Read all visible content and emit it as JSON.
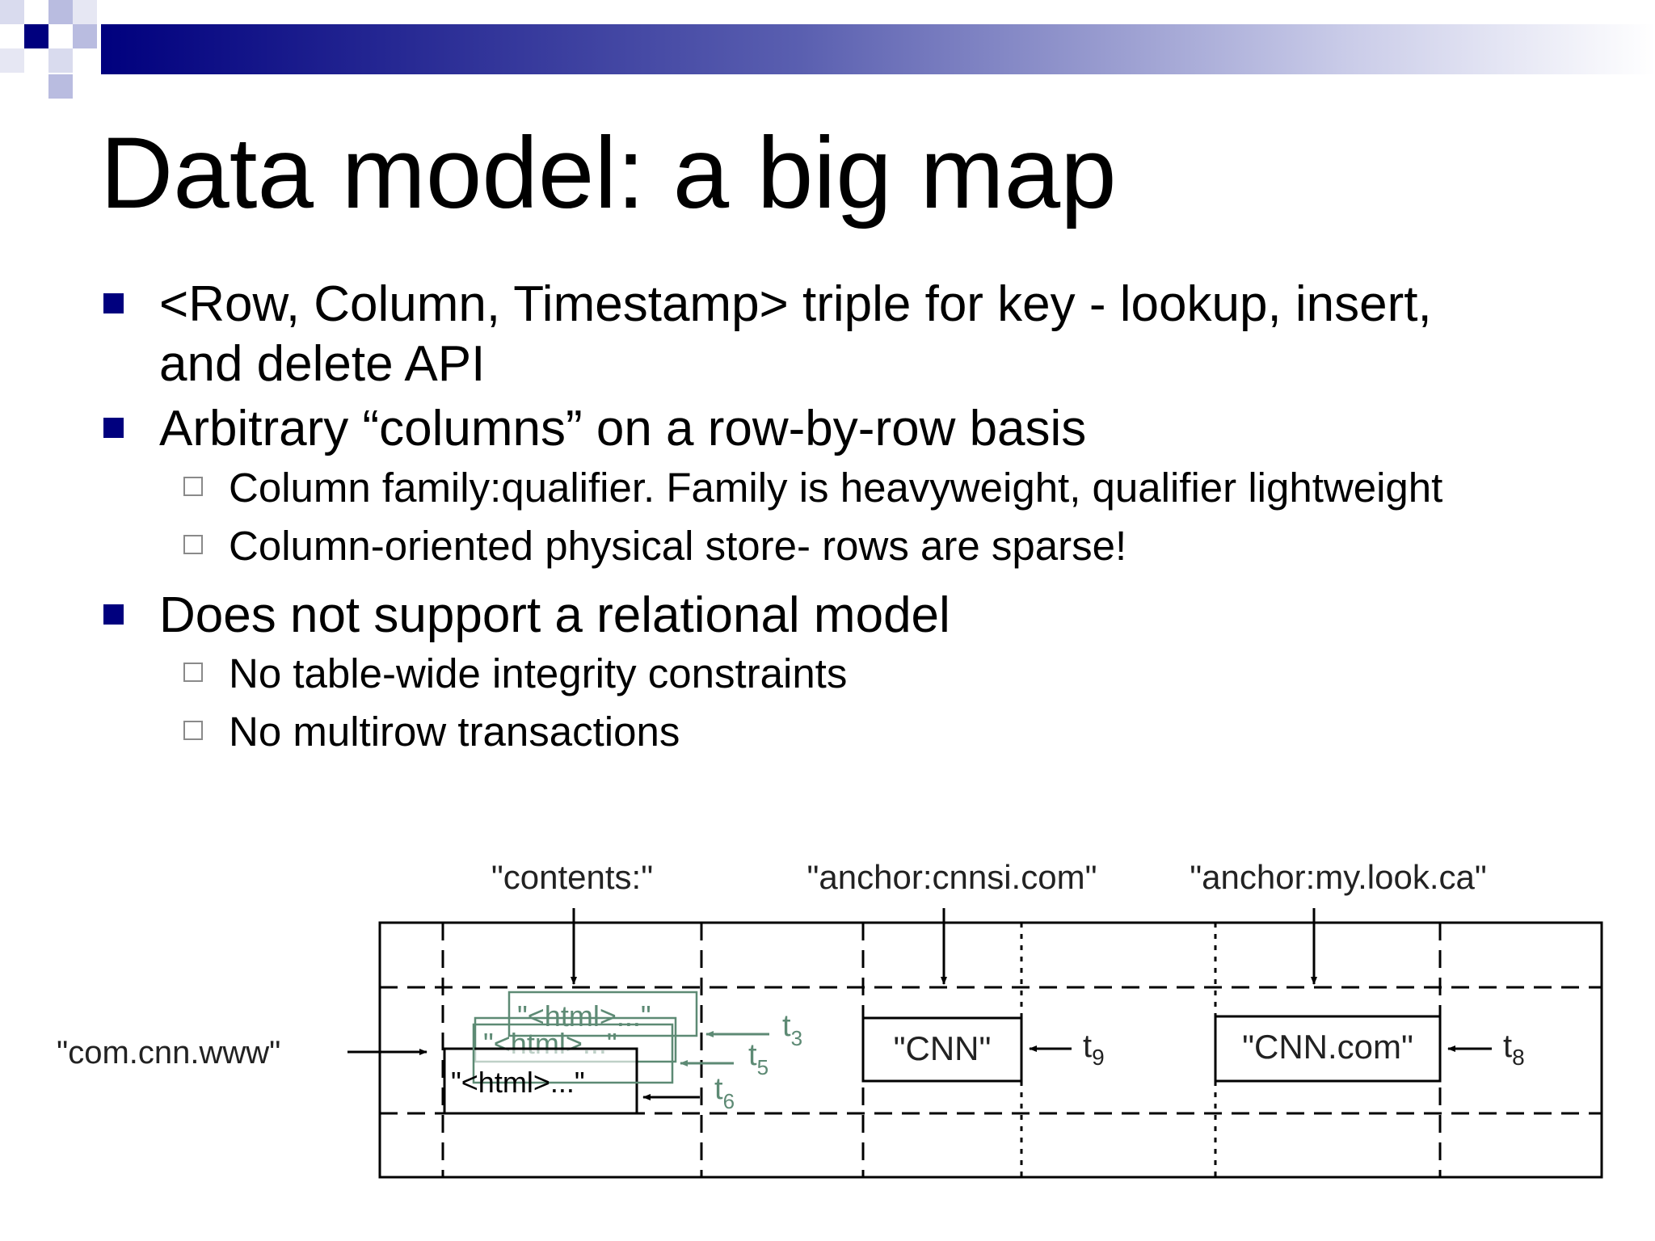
{
  "slide": {
    "title": "Data model: a big map",
    "colors": {
      "banner_dark": "#00007e",
      "bullet": "#00007e",
      "old_version": "#5d8a74",
      "sub_bullet_border": "#8a8a8a"
    },
    "bullets": [
      {
        "text": "<Row, Column, Timestamp> triple for key - lookup, insert,",
        "continuation": "and delete API",
        "level": 1
      },
      {
        "text": "Arbitrary “columns” on a row-by-row basis",
        "level": 1
      },
      {
        "text": "Column family:qualifier. Family is heavyweight, qualifier lightweight",
        "level": 2
      },
      {
        "text": "Column-oriented physical store- rows are sparse!",
        "level": 2
      },
      {
        "text": "Does not support a relational model",
        "level": 1
      },
      {
        "text": "No table-wide integrity constraints",
        "level": 2
      },
      {
        "text": "No multirow transactions",
        "level": 2
      }
    ]
  },
  "diagram": {
    "columns": [
      "\"contents:\"",
      "\"anchor:cnnsi.com\"",
      "\"anchor:my.look.ca\""
    ],
    "row_key": "\"com.cnn.www\"",
    "cells": {
      "contents_versions": [
        "\"<html>...\"",
        "\"<html>...\"",
        "\"<html>...\""
      ],
      "contents_timestamps": [
        "t",
        "t",
        "t"
      ],
      "contents_timestamp_subs": [
        "3",
        "5",
        "6"
      ],
      "cnnsi_value": "\"CNN\"",
      "cnnsi_timestamp": "t",
      "cnnsi_timestamp_sub": "9",
      "mylook_value": "\"CNN.com\"",
      "mylook_timestamp": "t",
      "mylook_timestamp_sub": "8"
    }
  }
}
